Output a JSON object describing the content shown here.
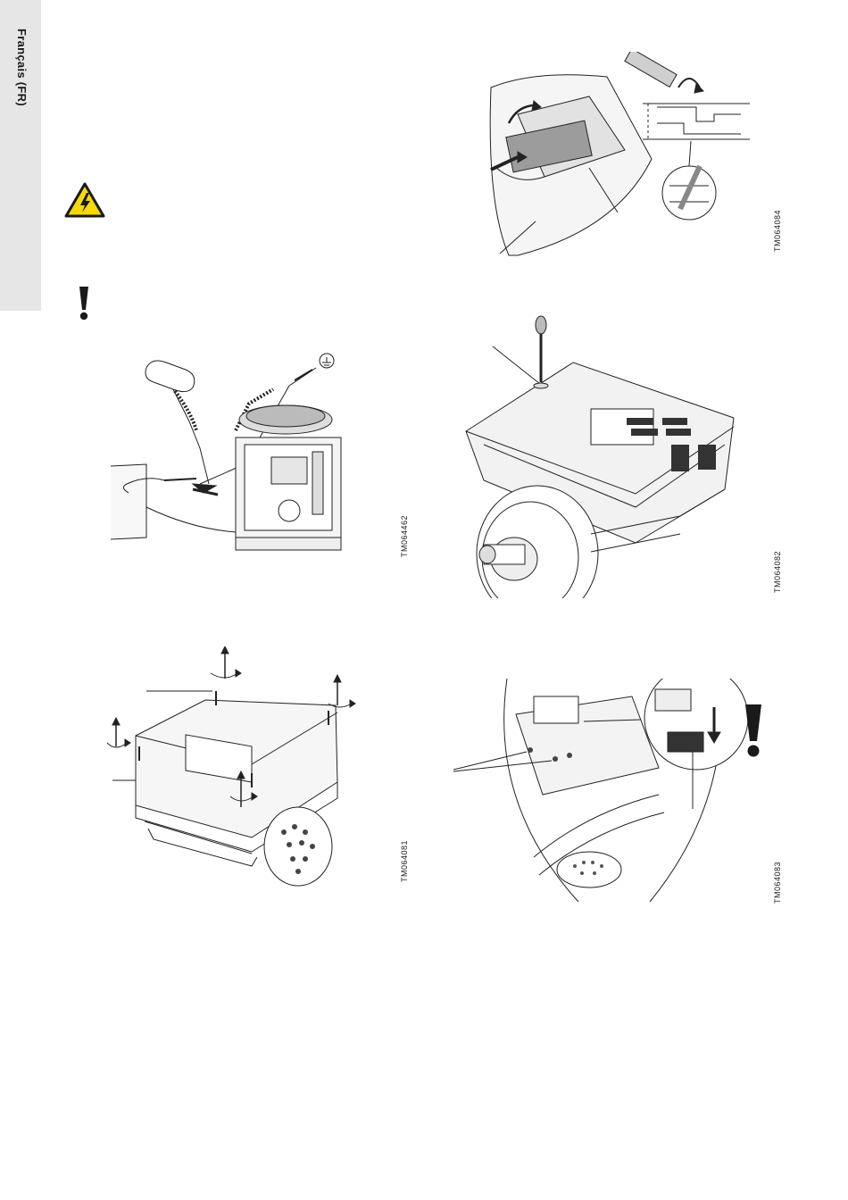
{
  "sidebar": {
    "language_label": "Français (FR)"
  },
  "figures": [
    {
      "id": "fig-cover-removal",
      "code": "TM064084"
    },
    {
      "id": "fig-screwdriver-fastener",
      "code": "TM064082"
    },
    {
      "id": "fig-voltage-check",
      "code": "TM064462"
    },
    {
      "id": "fig-terminal-cover-screws",
      "code": "TM064081"
    },
    {
      "id": "fig-board-connector",
      "code": "TM064083"
    }
  ],
  "icons": {
    "danger": "electrical-hazard-warning-icon",
    "caution": "exclamation-icon"
  },
  "colors": {
    "sidebar_bg": "#e6e6e6",
    "warning_yellow": "#f5d90a",
    "ink": "#1a1a1a"
  }
}
